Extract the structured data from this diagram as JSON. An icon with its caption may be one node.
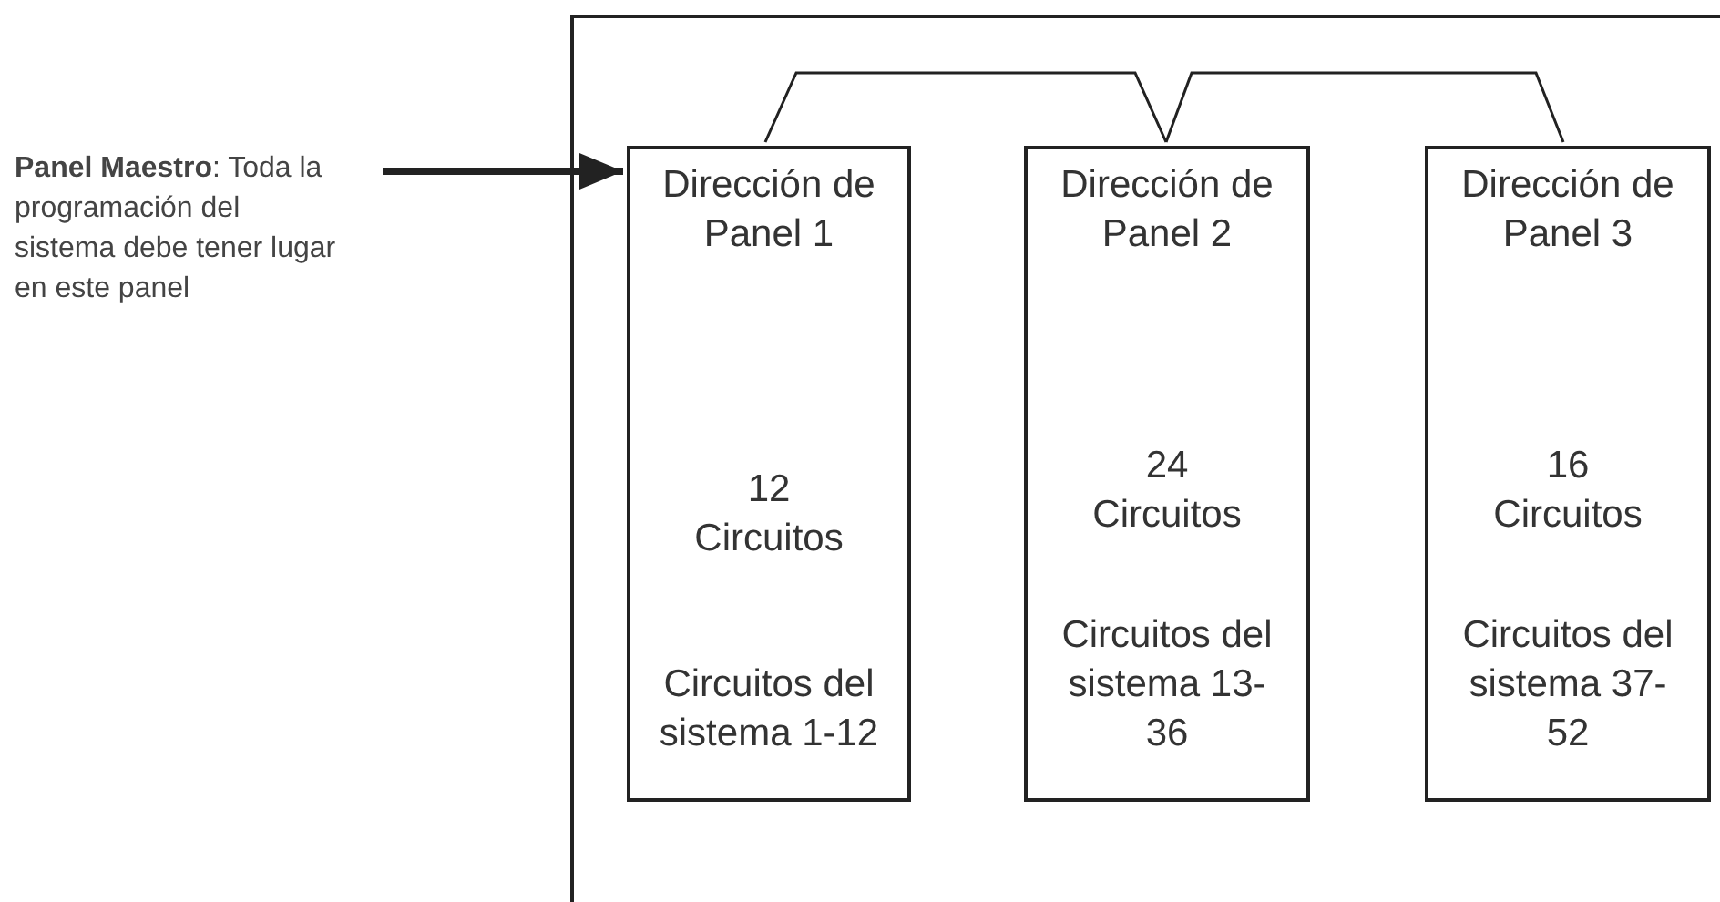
{
  "diagram": {
    "nodes": [
      {
        "text": [],
        "shape": "box"
      },
      {
        "text": [
          "**Panel Maestro**: Toda la programación del sistema debe tener lugar en este panel"
        ]
      },
      {
        "text": [
          "Dirección de Panel 1",
          "12 Circuitos",
          "Circuitos del sistema 1-12"
        ],
        "in": 0
      },
      {
        "text": [
          "Dirección de Panel 2",
          "24 Circuitos",
          "Circuitos del sistema 13-36"
        ],
        "in": 0
      },
      {
        "text": [
          "Dirección de Panel 3",
          "16 Circuitos",
          "Circuitos del sistema 37-52"
        ],
        "in": 0
      }
    ],
    "edges": [
      {
        "from": 1,
        "to": 2,
        "arrow": "to",
        "style": "thick"
      },
      {
        "from": 2,
        "to": 3,
        "arrow": "none"
      },
      {
        "from": 3,
        "to": 4,
        "arrow": "none"
      }
    ]
  }
}
